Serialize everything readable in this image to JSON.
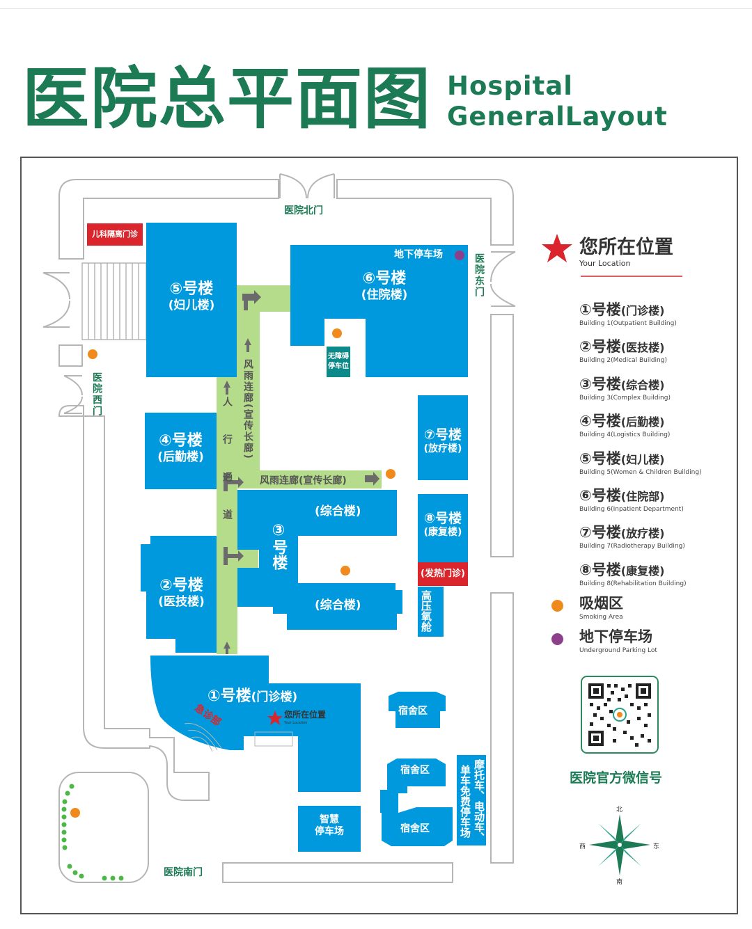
{
  "title_cn": "医院总平面图",
  "title_en_line1": "Hospital",
  "title_en_line2": "GeneralLayout",
  "gates": {
    "north": "医院北门",
    "east": "医院东门",
    "west": "医院西门",
    "south": "医院南门"
  },
  "buildings": {
    "b5_name": "⑤号楼",
    "b5_sub": "(妇儿楼)",
    "b6_name": "⑥号楼",
    "b6_sub": "(住院楼)",
    "b4_name": "④号楼",
    "b4_sub": "(后勤楼)",
    "b7_name": "⑦号楼",
    "b7_sub": "(放疗楼)",
    "b8_name": "⑧号楼",
    "b8_sub": "(康复楼)",
    "b3_name": "③号楼",
    "b3_wing_top": "(综合楼)",
    "b3_wing_bottom": "(综合楼)",
    "b2_name": "②号楼",
    "b2_sub": "(医技楼)",
    "b1_name": "①号楼",
    "b1_sub": "(门诊楼)",
    "emergency": "急诊部",
    "you_are_here": "您所在位置",
    "you_are_here_en": "Your Location",
    "dorm1": "宿舍区",
    "dorm2": "宿舍区",
    "dorm3": "宿舍区",
    "smart_parking_line1": "智慧",
    "smart_parking_line2": "停车场",
    "moto_parking": "摩托车、电动车、单车免费停车场",
    "oxygen": "高压氧舱",
    "fever_clinic": "(发热门诊)",
    "peds_isolation": "儿科隔离门诊",
    "accessible_parking_line1": "无障碍",
    "accessible_parking_line2": "停车位",
    "underground_parking": "地下停车场",
    "corridor_vertical": "风雨连廊(宣传长廊)",
    "corridor_horizontal": "风雨连廊(宣传长廊)",
    "ped_path": "人行通道"
  },
  "legend": {
    "location_cn": "您所在位置",
    "location_en": "Your Location",
    "items": [
      {
        "num": "①号楼",
        "sub": "(门诊楼)",
        "en": "Building 1(Outpatient Building)"
      },
      {
        "num": "②号楼",
        "sub": "(医技楼)",
        "en": "Building 2(Medical Building)"
      },
      {
        "num": "③号楼",
        "sub": "(综合楼)",
        "en": "Building 3(Complex Building)"
      },
      {
        "num": "④号楼",
        "sub": "(后勤楼)",
        "en": "Building 4(Logistics Building)"
      },
      {
        "num": "⑤号楼",
        "sub": "(妇儿楼)",
        "en": "Building 5(Women & Children Building)"
      },
      {
        "num": "⑥号楼",
        "sub": "(住院部)",
        "en": "Building 6(Inpatient Department)"
      },
      {
        "num": "⑦号楼",
        "sub": "(放疗楼)",
        "en": "Building 7(Radiotherapy Building)"
      },
      {
        "num": "⑧号楼",
        "sub": "(康复楼)",
        "en": "Building 8(Rehabilitation Building)"
      }
    ],
    "smoking_cn": "吸烟区",
    "smoking_en": "Smoking Area",
    "parking_cn": "地下停车场",
    "parking_en": "Underground Parking Lot",
    "wechat_label": "医院官方微信号"
  },
  "compass": {
    "n": "北",
    "s": "南",
    "e": "东",
    "w": "西"
  },
  "colors": {
    "building": "#0099dd",
    "corridor": "#b5dc8a",
    "title_green": "#1c7a55",
    "red": "#d9252b",
    "smoking": "#f08a1c",
    "parking": "#8e3f8c"
  }
}
